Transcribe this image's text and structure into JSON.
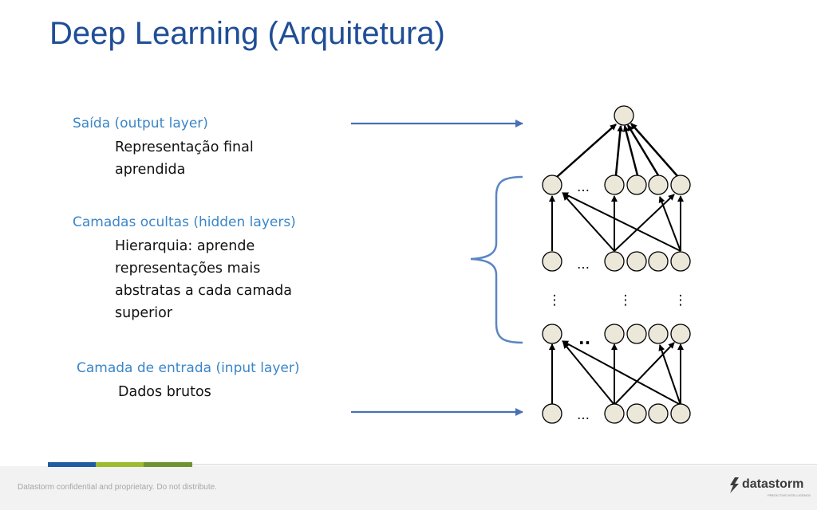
{
  "title": "Deep Learning (Arquitetura)",
  "layers": {
    "output": {
      "heading": "Saída (output layer)",
      "lines": [
        "Representação final",
        "aprendida"
      ]
    },
    "hidden": {
      "heading": "Camadas ocultas (hidden layers)",
      "lines": [
        "Hierarquia: aprende",
        "representações mais",
        "abstratas a cada camada",
        "superior"
      ]
    },
    "input": {
      "heading": "Camada de entrada (input layer)",
      "lines": [
        "Dados brutos"
      ]
    }
  },
  "diagram": {
    "ellipsis_h": "…",
    "ellipsis_short": "..",
    "ellipsis_v": "⋮"
  },
  "footer": {
    "confidential": "Datastorm confidential and proprietary. Do not distribute.",
    "logo_text": "datastorm",
    "logo_tagline": "PREDICTIVE INTELLIGENCE"
  },
  "colors": {
    "title": "#1f4e96",
    "heading": "#3a86c8",
    "arrow": "#4a6fb5",
    "node_fill": "#ebe8da",
    "bar_blue": "#1f5ca4",
    "bar_green_light": "#9dbb2e",
    "bar_green_dark": "#6e9432"
  }
}
